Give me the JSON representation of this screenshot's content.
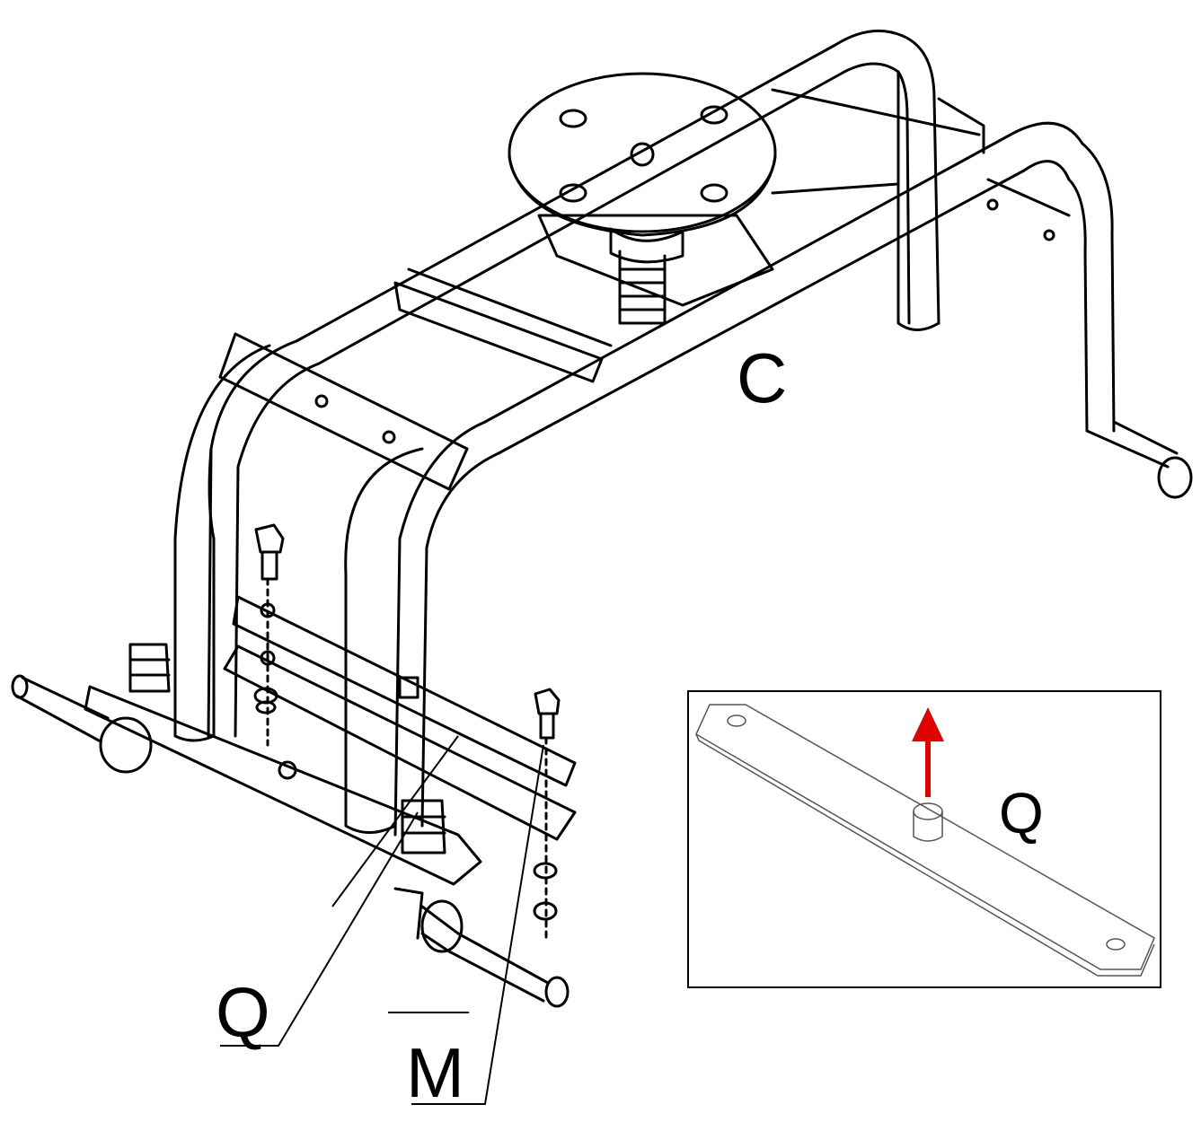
{
  "labels": {
    "frame": "C",
    "plate": "Q",
    "bracket": "M",
    "inset_plate": "Q"
  },
  "colors": {
    "line": "#000000",
    "arrow": "#e00000",
    "background": "#ffffff"
  }
}
